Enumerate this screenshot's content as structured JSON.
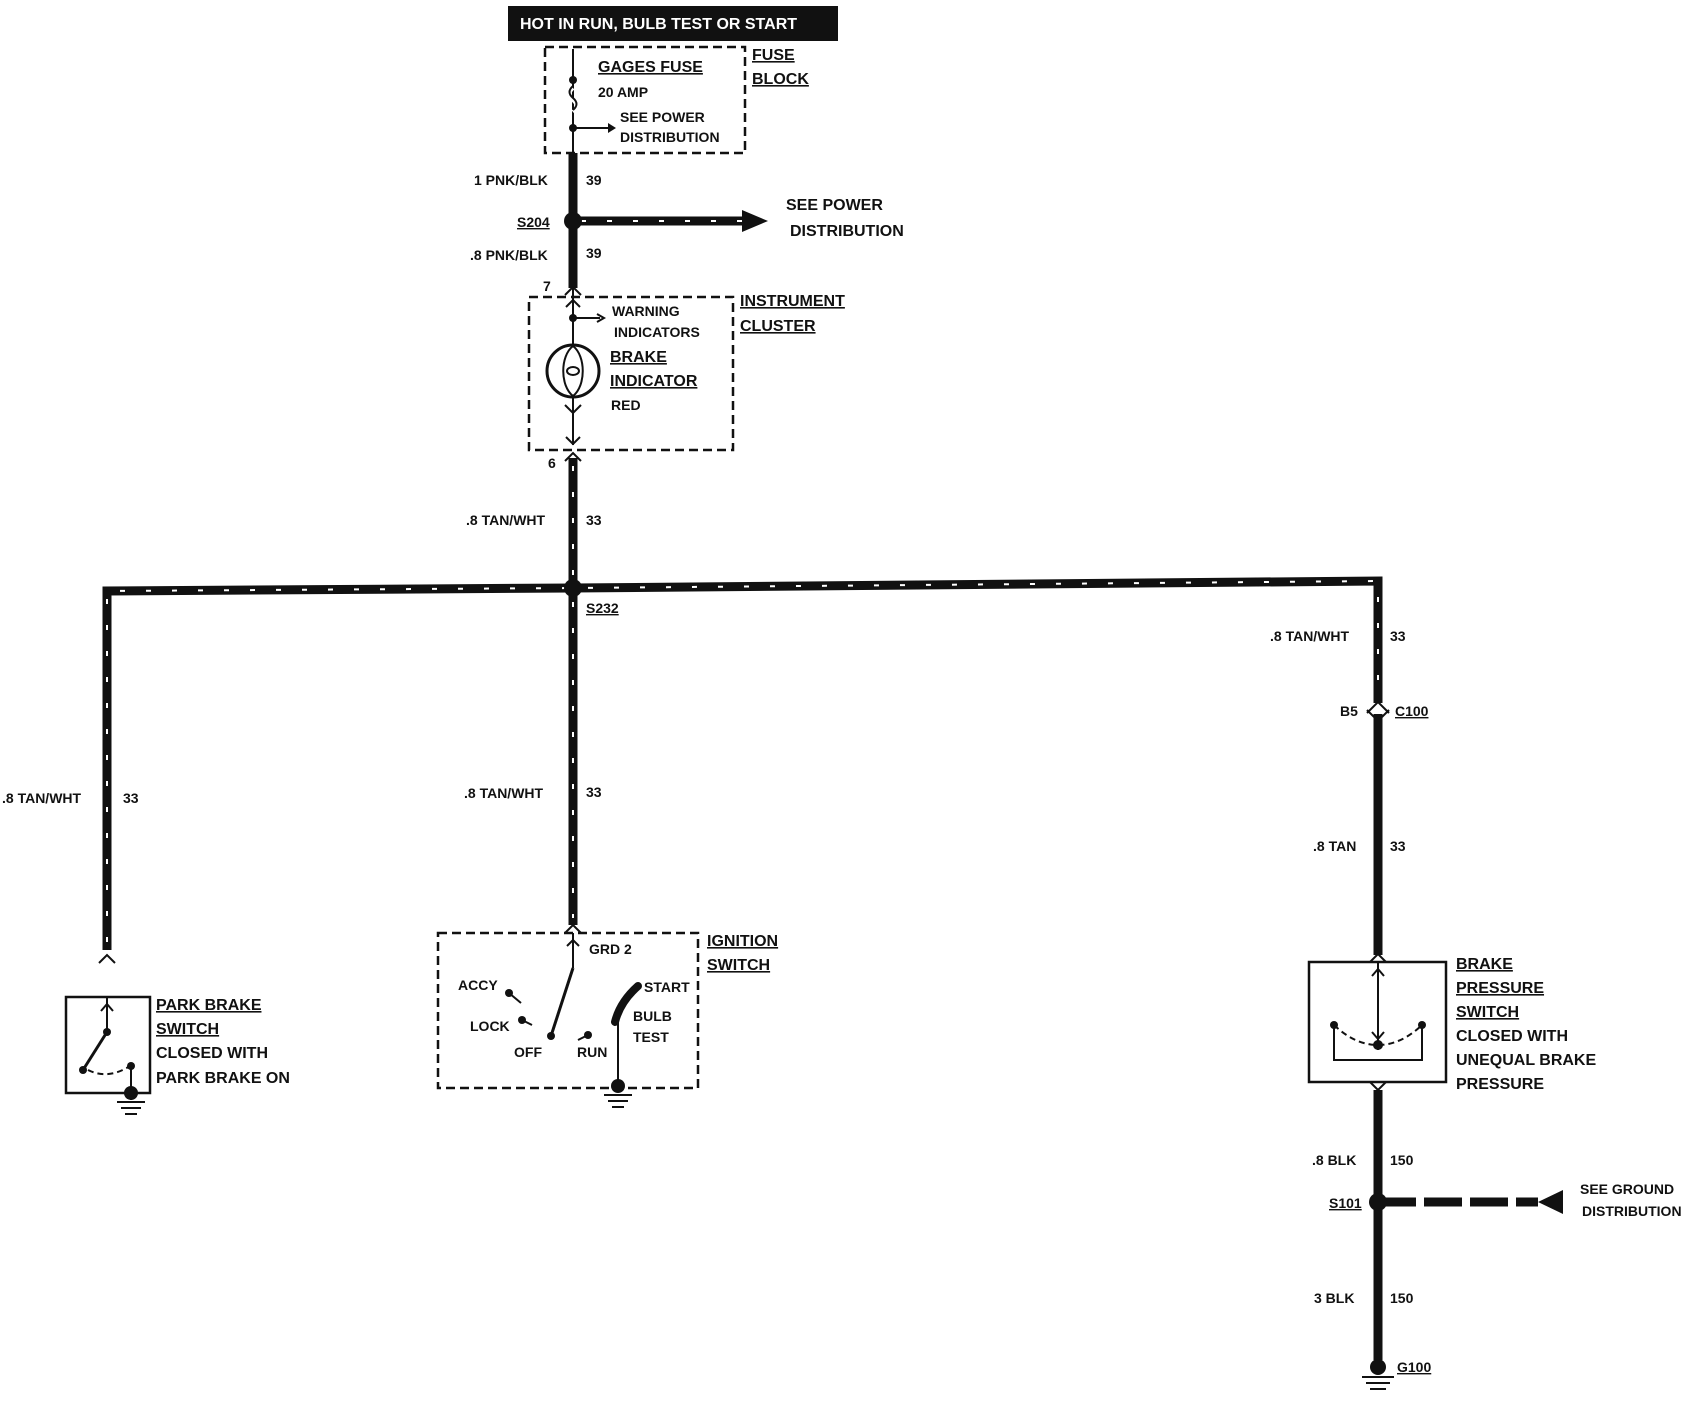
{
  "header": {
    "hot_label": "HOT IN RUN,   BULB TEST OR START"
  },
  "fuse_block": {
    "label_line1": "FUSE",
    "label_line2": "BLOCK",
    "fuse_name": "GAGES FUSE",
    "fuse_rating": "20 AMP",
    "see_power_line1": "SEE POWER",
    "see_power_line2": "DISTRIBUTION"
  },
  "wires": {
    "top_upper": {
      "size_color": "1 PNK/BLK",
      "circuit": "39"
    },
    "top_lower": {
      "size_color": ".8 PNK/BLK",
      "circuit": "39"
    },
    "cluster_out": {
      "size_color": ".8 TAN/WHT",
      "circuit": "33"
    },
    "left_branch": {
      "size_color": ".8 TAN/WHT",
      "circuit": "33"
    },
    "middle_branch": {
      "size_color": ".8 TAN/WHT",
      "circuit": "33"
    },
    "right_upper": {
      "size_color": ".8 TAN/WHT",
      "circuit": "33"
    },
    "right_lower": {
      "size_color": ".8 TAN",
      "circuit": "33"
    },
    "ground_upper": {
      "size_color": ".8 BLK",
      "circuit": "150"
    },
    "ground_lower": {
      "size_color": "3 BLK",
      "circuit": "150"
    }
  },
  "splices": {
    "s204": "S204",
    "s232": "S232",
    "s101": "S101"
  },
  "see_power": {
    "line1": "SEE POWER",
    "line2": "DISTRIBUTION"
  },
  "see_ground": {
    "line1": "SEE GROUND",
    "line2": "DISTRIBUTION"
  },
  "instrument_cluster": {
    "label_line1": "INSTRUMENT",
    "label_line2": "CLUSTER",
    "pin_in": "7",
    "pin_out": "6",
    "warning_line1": "WARNING",
    "warning_line2": "INDICATORS",
    "indicator_line1": "BRAKE",
    "indicator_line2": "INDICATOR",
    "indicator_color": "RED"
  },
  "park_brake_switch": {
    "line1": "PARK BRAKE",
    "line2": "SWITCH",
    "line3": "CLOSED WITH",
    "line4": "PARK BRAKE ON"
  },
  "ignition_switch": {
    "label_line1": "IGNITION",
    "label_line2": "SWITCH",
    "pin": "GRD 2",
    "accy": "ACCY",
    "lock": "LOCK",
    "off": "OFF",
    "run": "RUN",
    "start": "START",
    "bulb_test_line1": "BULB",
    "bulb_test_line2": "TEST"
  },
  "connector_c100": {
    "name": "C100",
    "pin": "B5"
  },
  "brake_pressure_switch": {
    "line1": "BRAKE",
    "line2": "PRESSURE",
    "line3": "SWITCH",
    "line4": "CLOSED WITH",
    "line5": "UNEQUAL BRAKE",
    "line6": "PRESSURE"
  },
  "ground_g100": "G100"
}
